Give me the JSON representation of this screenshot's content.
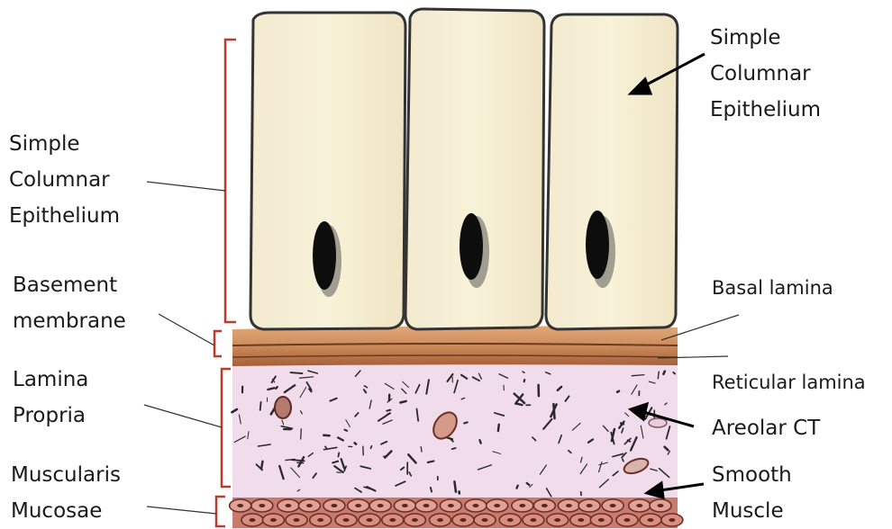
{
  "labels": {
    "left": {
      "epithelium": [
        "Simple",
        "Columnar",
        "Epithelium"
      ],
      "basement": [
        "Basement",
        "membrane"
      ],
      "lamina_propria": [
        "Lamina",
        "Propria"
      ],
      "muscularis": [
        "Muscularis",
        "Mucosae"
      ]
    },
    "right": {
      "epithelium": [
        "Simple",
        "Columnar",
        "Epithelium"
      ],
      "basal_lamina": "Basal lamina",
      "reticular_lamina": "Reticular lamina",
      "areolar": "Areolar CT",
      "smooth_muscle": [
        "Smooth",
        "Muscle"
      ]
    }
  },
  "colors": {
    "cell_fill": "#f6efcf",
    "cell_outline": "#3a3a3a",
    "nucleus": "#0d0d0d",
    "basement_top": "#d59b6c",
    "basement_bottom": "#a8653c",
    "lamina_propria": "#f1dcec",
    "muscle_fill": "#d98d80",
    "muscle_outline": "#6a2f28",
    "bracket": "#c0392b",
    "leader": "#333333"
  }
}
